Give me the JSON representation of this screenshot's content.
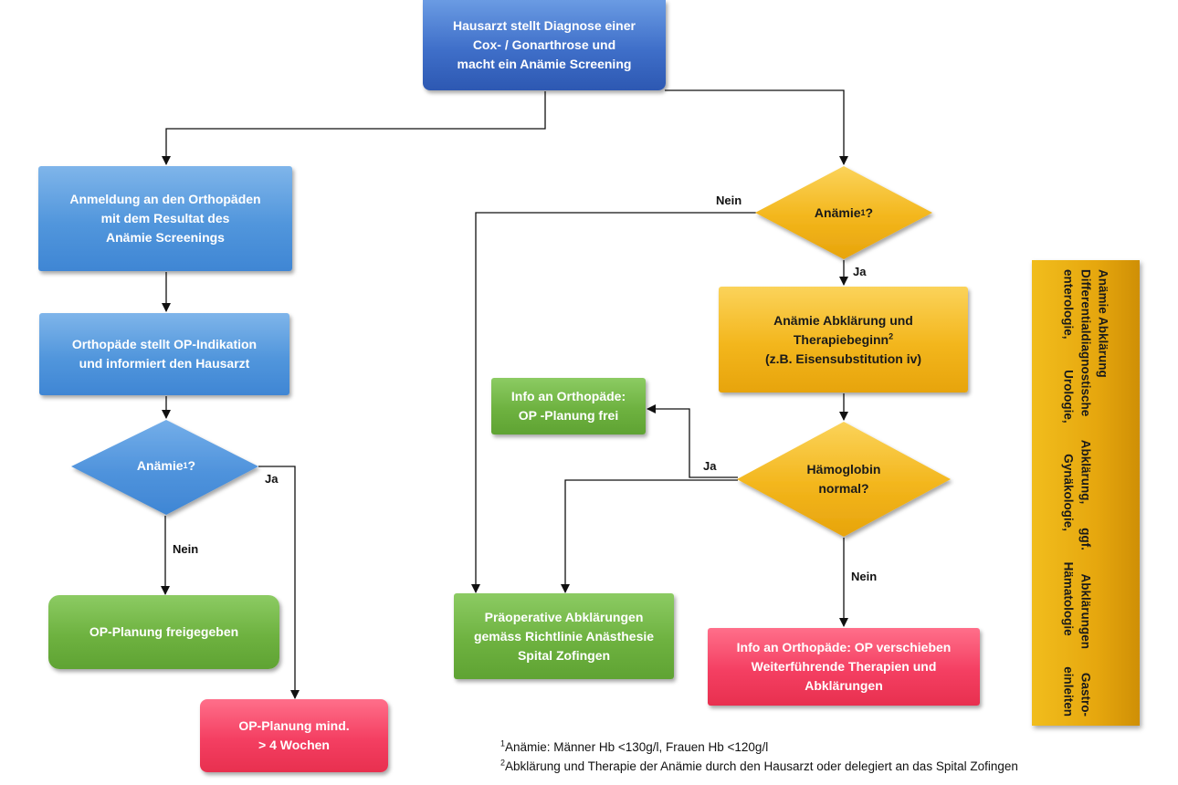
{
  "nodes": {
    "start": "Hausarzt stellt Diagnose einer\nCox- / Gonarthrose und\nmacht ein Anämie Screening",
    "registration": "Anmeldung an den Orthopäden\nmit dem Resultat des\nAnämie Screenings",
    "indication": "Orthopäde stellt OP-Indikation\nund informiert den Hausarzt",
    "op_released": "OP-Planung freigegeben",
    "op_delay": "OP-Planung mind.\n> 4 Wochen",
    "workup_pre": "Anämie Abklärung und\nTherapiebeginn",
    "workup_sup": "2",
    "workup_post": "(z.B. Eisensubstitution iv)",
    "info_free": "Info an Orthopäde:\nOP -Planung frei",
    "preop": "Präoperative Abklärungen\ngemäss Richtlinie Anästhesie\nSpital Zofingen",
    "postpone": "Info an Orthopäde: OP verschieben\nWeiterführende Therapien und\nAbklärungen"
  },
  "decisions": {
    "anemia_left_text": "Anämie",
    "anemia_left_sup": "1",
    "anemia_left_q": "?",
    "anemia_right_text": "Anämie",
    "anemia_right_sup": "1",
    "anemia_right_q": "?",
    "hemoglobin": "Hämoglobin\nnormal?"
  },
  "edge_labels": {
    "left_ja": "Ja",
    "left_nein": "Nein",
    "right_nein": "Nein",
    "right_ja": "Ja",
    "hb_ja": "Ja",
    "hb_nein": "Nein"
  },
  "sidebar": {
    "title": "Anämie Abklärung",
    "line1": "Differentialdiagnostische Abklärung, ggf. Abklärungen Gastro-",
    "line2": "enterologie, Urologie, Gynäkologie, Hämatologie einleiten"
  },
  "footnotes": {
    "fn1_mark": "1",
    "fn1_text": "Anämie: Männer Hb <130g/l, Frauen Hb <120g/l",
    "fn2_mark": "2",
    "fn2_text": "Abklärung und Therapie der Anämie durch den Hausarzt oder delegiert an das Spital Zofingen"
  },
  "colors": {
    "start": "#3f6fc9",
    "left_column": "#5196dc",
    "decision_right": "#f3b61c",
    "decision_left": "#4f93dc",
    "green": "#6eb240",
    "red": "#f43f62",
    "sidebar": "#e6a70e"
  }
}
